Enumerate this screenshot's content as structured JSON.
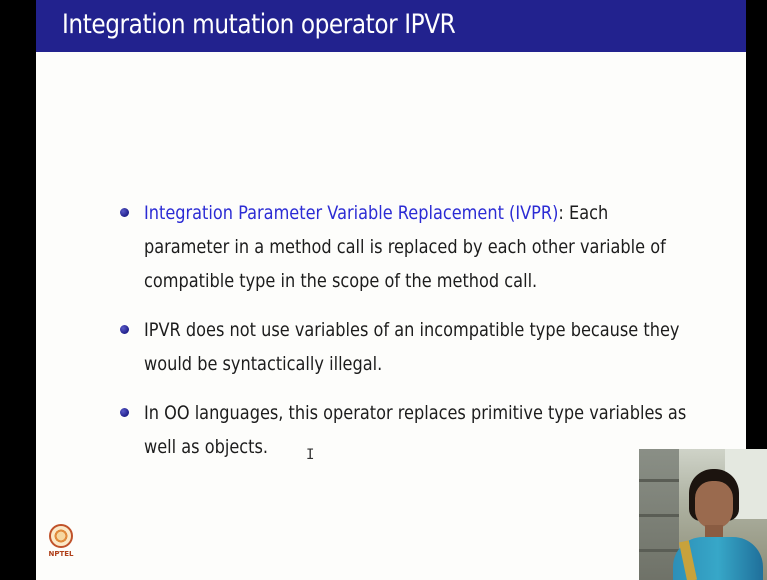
{
  "slide": {
    "title": "Integration mutation operator IPVR",
    "bullets": [
      {
        "term": "Integration Parameter Variable Replacement (IVPR)",
        "text": ": Each parameter in a method call is replaced by each other variable of compatible type in the scope of the method call."
      },
      {
        "term": "",
        "text": "IPVR does not use variables of an incompatible type because they would be syntactically illegal."
      },
      {
        "term": "",
        "text": "In OO languages, this operator replaces primitive type variables as well as objects."
      }
    ]
  },
  "logo": {
    "label": "NPTEL"
  },
  "colors": {
    "title_bar": "#22228e",
    "term": "#2b2bd4",
    "background": "#fdfdfb"
  }
}
